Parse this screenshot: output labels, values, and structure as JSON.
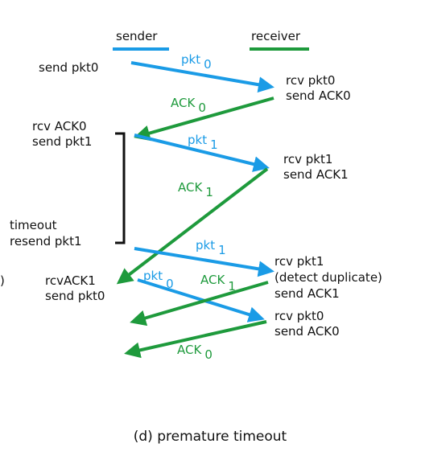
{
  "colors": {
    "sender": "#1a9be6",
    "receiver": "#1e9a3c",
    "bracket": "#111111"
  },
  "legend": {
    "sender": "sender",
    "receiver": "receiver"
  },
  "left_cut_text": ")",
  "sender_events": {
    "e1": "send pkt0",
    "e2a": "rcv ACK0",
    "e2b": "send pkt1",
    "e3a": "timeout",
    "e3b": "resend pkt1",
    "e4a": "rcvACK1",
    "e4b": "send pkt0"
  },
  "receiver_events": {
    "r1a": "rcv pkt0",
    "r1b": "send ACK0",
    "r2a": "rcv pkt1",
    "r2b": "send ACK1",
    "r3a": "rcv pkt1",
    "r3b": "(detect duplicate)",
    "r3c": "send ACK1",
    "r4a": "rcv pkt0",
    "r4b": "send ACK0"
  },
  "arrow_labels": {
    "pkt0_a": {
      "main": "pkt",
      "sub": "0"
    },
    "ack0_a": {
      "main": "ACK",
      "sub": "0"
    },
    "pkt1_a": {
      "main": "pkt",
      "sub": "1"
    },
    "ack1_a": {
      "main": "ACK",
      "sub": "1"
    },
    "pkt1_b": {
      "main": "pkt",
      "sub": "1"
    },
    "pkt0_b": {
      "main": "pkt",
      "sub": "0"
    },
    "ack1_b": {
      "main": "ACK",
      "sub": "1"
    },
    "ack0_b": {
      "main": "ACK",
      "sub": "0"
    }
  },
  "caption": "(d) premature timeout"
}
